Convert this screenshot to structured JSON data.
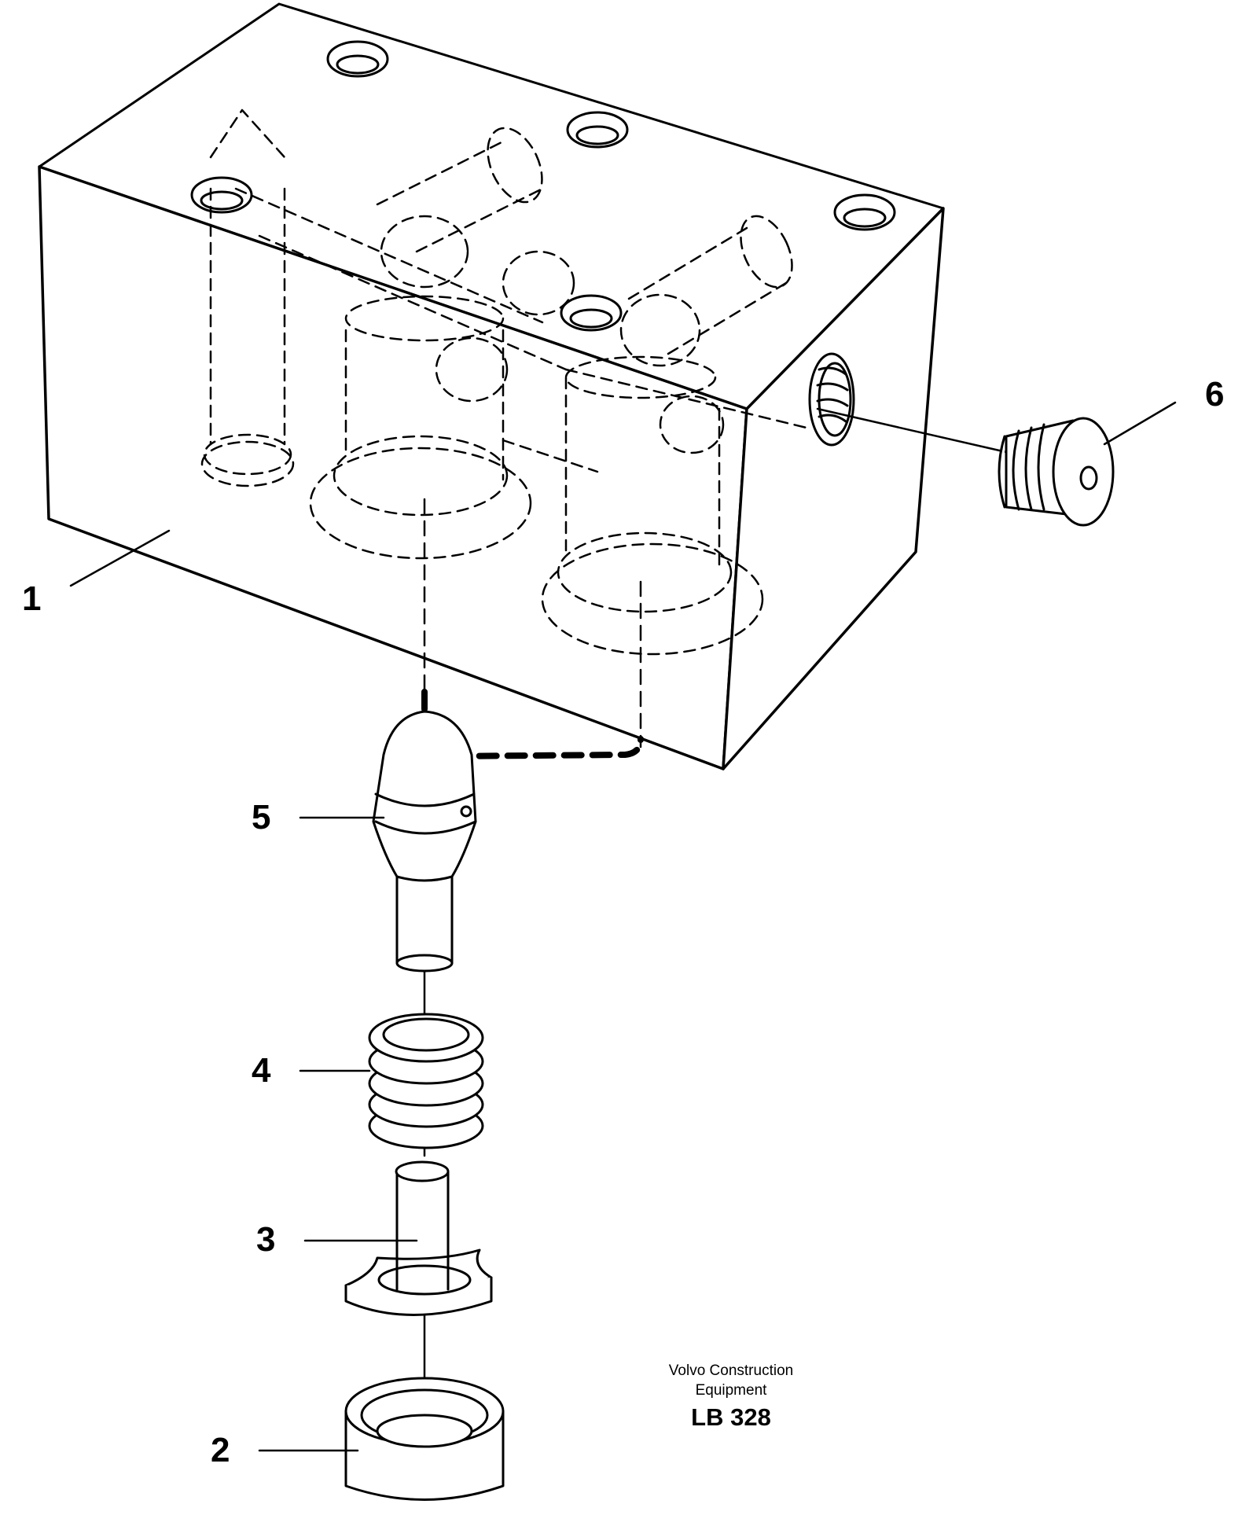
{
  "callouts": [
    {
      "id": "1",
      "label": "1"
    },
    {
      "id": "2",
      "label": "2"
    },
    {
      "id": "3",
      "label": "3"
    },
    {
      "id": "4",
      "label": "4"
    },
    {
      "id": "5",
      "label": "5"
    },
    {
      "id": "6",
      "label": "6"
    }
  ],
  "credit": {
    "line1": "Volvo Construction",
    "line2": "Equipment",
    "code": "LB 328"
  }
}
